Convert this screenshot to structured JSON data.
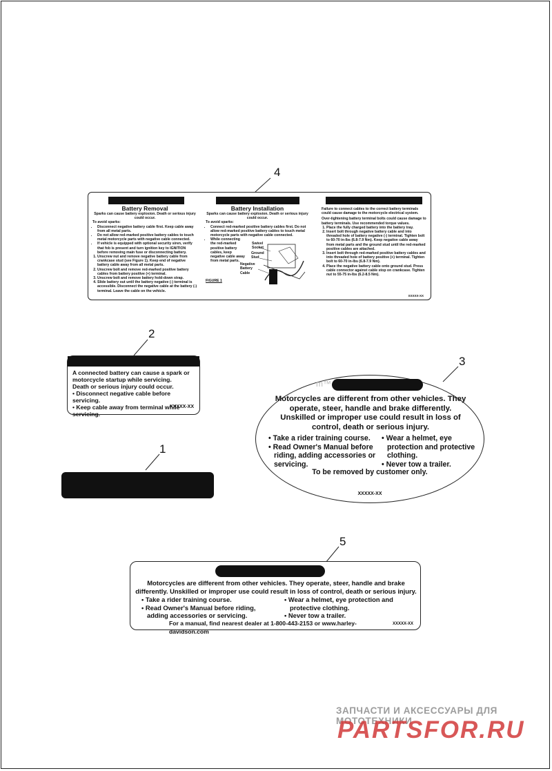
{
  "callouts": [
    "1",
    "2",
    "3",
    "4",
    "5"
  ],
  "label4": {
    "removal": {
      "title": "Battery Removal",
      "warning": "Sparks can cause battery explosion. Death or serious injury could occur.",
      "avoid": "To avoid sparks:",
      "bullets": [
        "Disconnect negative battery cable first. Keep cable away from all metal parts.",
        "Do not allow red-marked positive battery cables to touch metal motorcycle parts with negative cable connected.",
        "If vehicle is equipped with optional security siren, verify that fob is present and turn ignition key to IGNITION before removing main fuse or disconnecting battery."
      ],
      "steps": [
        "Unscrew nut and remove negative battery cable from crankcase stud (see Figure 1). Keep end of negative battery cable away from all metal parts.",
        "Unscrew bolt and remove red-marked positive battery cables from battery positive (+) terminal.",
        "Unscrew bolt and remove battery hold-down strap.",
        "Slide battery out until the battery negative (-) terminal is accessible. Disconnect the negative cable at the battery (-) terminal. Leave the cable on the vehicle."
      ]
    },
    "installation": {
      "title": "Battery Installation",
      "warning": "Sparks can cause battery explosion. Death or serious injury could occur.",
      "avoid": "To avoid sparks:",
      "bullets": [
        "Connect red-marked positive battery cables first. Do not allow red-marked positive battery cables to touch metal motorcycle parts with negative cable connected.",
        "While connecting the red-marked positive battery cables, keep negative cable away from metal parts."
      ],
      "figure_labels": [
        "Swivel Socket",
        "Ground Stud",
        "Negative Battery Cable"
      ],
      "figure_caption": "FIGURE 1"
    },
    "notes": {
      "p1": "Failure to connect cables to the correct battery terminals could cause damage to the motorcycle electrical system.",
      "p2": "Over-tightening battery terminal bolts could cause damage to battery terminals. Use recommended torque values.",
      "steps": [
        "Place the fully charged battery into the battery tray.",
        "Insert bolt through negative battery cable and into threaded hole of battery negative (-) terminal. Tighten bolt to 60-70 in-lbs (6.8-7.9 Nm). Keep negative cable away from metal parts and the ground stud until the red-marked positive cables are attached.",
        "Insert bolt through red-marked positive battery cables and into threaded hole of battery positive (+) terminal. Tighten bolt to 60-70 in-lbs (6.8-7.9 Nm).",
        "Place the negative battery cable onto ground stud. Press cable connector against cable stop on crankcase. Tighten nut to 55-75 in-lbs (6.2-8.5 Nm)."
      ],
      "code": "XXXXX-XX"
    }
  },
  "label2": {
    "line1": "A connected battery can cause a spark or motorcycle startup while servicing.",
    "line2": "Death or serious injury could occur.",
    "bullets": [
      "Disconnect negative cable before servicing.",
      "Keep cable away from terminal while servicing."
    ],
    "code": "XXXXX-XX"
  },
  "label3": {
    "tm": "m™",
    "headline": "Motorcycles are different from other vehicles. They operate, steer, handle and brake differently. Unskilled or improper use could result in loss of control, death or serious injury.",
    "left_bullets": [
      "Take a rider training course.",
      "Read Owner's Manual before riding, adding accessories or servicing."
    ],
    "right_bullets": [
      "Wear a helmet, eye protection and protective clothing.",
      "Never tow a trailer."
    ],
    "footer": "To be removed by customer only.",
    "code": "XXXXX-XX"
  },
  "label5": {
    "headline": "Motorcycles are different from other vehicles. They operate, steer, handle and brake differently. Unskilled or improper use could result in loss of control, death or serious injury.",
    "left_bullets": [
      "Take a rider training course.",
      "Read Owner's Manual before riding, adding accessories or servicing."
    ],
    "right_bullets": [
      "Wear a helmet, eye protection and protective clothing.",
      "Never tow a trailer."
    ],
    "footer": "For a manual, find nearest dealer at 1-800-443-2153 or www.harley-davidson.com",
    "code": "XXXXX-XX"
  },
  "watermark": {
    "line1": "ЗАПЧАСТИ И АКСЕССУАРЫ ДЛЯ МОТОТЕХНИКИ",
    "line2": "PARTSFOR.RU"
  }
}
